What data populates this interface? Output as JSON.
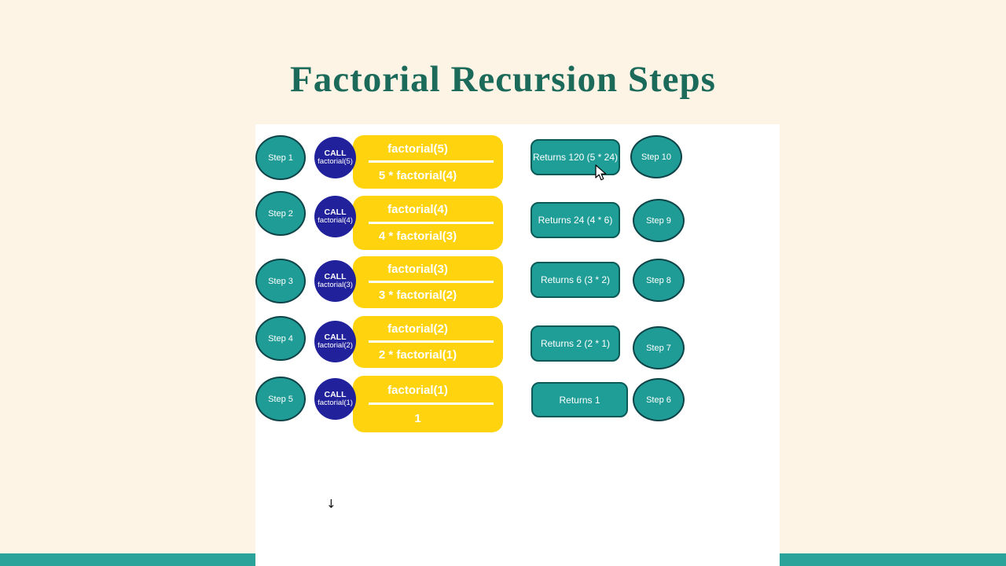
{
  "slide": {
    "title": "Factorial Recursion Steps"
  },
  "left_rows": [
    {
      "step": "Step 1",
      "call_label": "CALL",
      "call_fn": "factorial(5)",
      "expr_top": "factorial(5)",
      "expr_bottom": "5 * factorial(4)"
    },
    {
      "step": "Step 2",
      "call_label": "CALL",
      "call_fn": "factorial(4)",
      "expr_top": "factorial(4)",
      "expr_bottom": "4 * factorial(3)"
    },
    {
      "step": "Step 3",
      "call_label": "CALL",
      "call_fn": "factorial(3)",
      "expr_top": "factorial(3)",
      "expr_bottom": "3 * factorial(2)"
    },
    {
      "step": "Step 4",
      "call_label": "CALL",
      "call_fn": "factorial(2)",
      "expr_top": "factorial(2)",
      "expr_bottom": "2 * factorial(1)"
    },
    {
      "step": "Step 5",
      "call_label": "CALL",
      "call_fn": "factorial(1)",
      "expr_top": "factorial(1)",
      "expr_bottom": "1"
    }
  ],
  "right_rows": [
    {
      "returns": "Returns 120 (5 * 24)",
      "step": "Step 10"
    },
    {
      "returns": "Returns 24 (4 * 6)",
      "step": "Step 9"
    },
    {
      "returns": "Returns 6 (3 * 2)",
      "step": "Step 8"
    },
    {
      "returns": "Returns 2 (2 * 1)",
      "step": "Step 7"
    },
    {
      "returns": "Returns 1",
      "step": "Step 6"
    }
  ],
  "annotations": {
    "down_arrow": "↓"
  },
  "colors": {
    "background_cream": "#fdf4e6",
    "canvas_white": "#ffffff",
    "title_green": "#1b6a5a",
    "step_teal": "#209c96",
    "call_navy": "#21219b",
    "expr_yellow": "#ffd40e",
    "returns_teal": "#1f9d97",
    "bottom_bar_teal": "#2ba39b"
  }
}
